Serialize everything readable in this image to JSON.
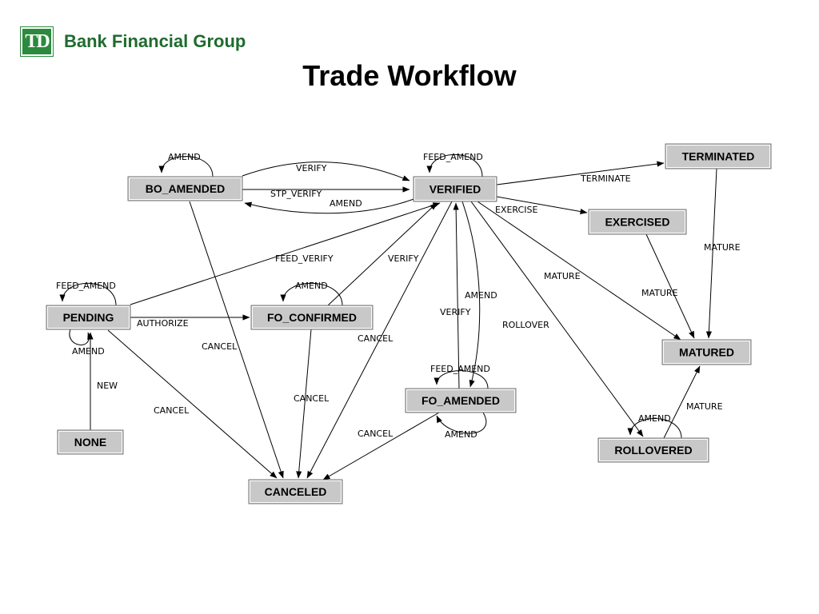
{
  "header": {
    "logo_text": "TD",
    "brand": "Bank Financial Group",
    "title": "Trade Workflow"
  },
  "colors": {
    "brand_green": "#2b8a3e",
    "node_fill": "#c8c8c8"
  },
  "nodes": {
    "none": "NONE",
    "pending": "PENDING",
    "bo_amended": "BO_AMENDED",
    "verified": "VERIFIED",
    "fo_confirmed": "FO_CONFIRMED",
    "fo_amended": "FO_AMENDED",
    "canceled": "CANCELED",
    "terminated": "TERMINATED",
    "exercised": "EXERCISED",
    "matured": "MATURED",
    "rollovered": "ROLLOVERED"
  },
  "edges": {
    "amend": "AMEND",
    "verify": "VERIFY",
    "stp_verify": "STP_VERIFY",
    "feed_amend": "FEED_AMEND",
    "feed_verify": "FEED_VERIFY",
    "terminate": "TERMINATE",
    "exercise": "EXERCISE",
    "mature": "MATURE",
    "rollover": "ROLLOVER",
    "cancel": "CANCEL",
    "authorize": "AUTHORIZE",
    "new": "NEW"
  }
}
